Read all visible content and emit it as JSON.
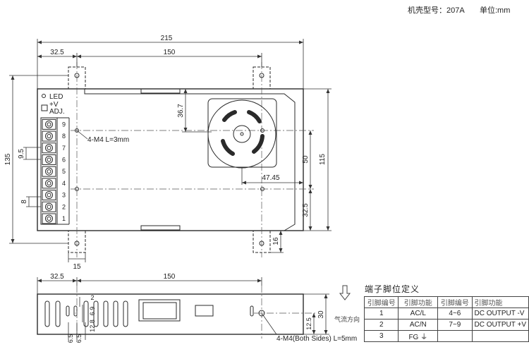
{
  "header": {
    "model": "机壳型号：207A",
    "unit": "单位:mm"
  },
  "top_view": {
    "dim_215": "215",
    "dim_32_5": "32.5",
    "dim_150": "150",
    "dim_36_7": "36.7",
    "dim_50": "50",
    "dim_115": "115",
    "dim_135": "135",
    "dim_47_45": "47.45",
    "dim_32_5_v": "32.5",
    "dim_16": "16",
    "dim_15": "15",
    "dim_9_5": "9.5",
    "dim_8": "8",
    "led": "LED",
    "plus_v": "+V",
    "adj": "ADJ.",
    "terminal_numbers": [
      "9",
      "8",
      "7",
      "6",
      "5",
      "4",
      "3",
      "2",
      "1"
    ],
    "mount_note": "4-M4 L=3mm"
  },
  "side_view": {
    "dim_32_5": "32.5",
    "dim_150": "150",
    "dim_2": "2",
    "dim_6_9": "6.9",
    "dim_12_8": "12.8",
    "dim_6_5a": "6.5",
    "dim_6_5b": "6.5",
    "dim_12_5": "12.5",
    "dim_30": "30",
    "mount_note": "4-M4(Both Sides) L=5mm"
  },
  "airflow": {
    "icon": "arrow-down-icon",
    "label": "气流方向"
  },
  "terminal_table": {
    "title": "端子脚位定义",
    "headers": [
      "引脚编号",
      "引脚功能",
      "引脚编号",
      "引脚功能"
    ],
    "rows": [
      [
        "1",
        "AC/L",
        "4~6",
        "DC OUTPUT -V"
      ],
      [
        "2",
        "AC/N",
        "7~9",
        "DC OUTPUT +V"
      ],
      [
        "3",
        "FG ⏚",
        "",
        ""
      ]
    ]
  },
  "colors": {
    "line": "#2a2a2a",
    "dash": "#555555",
    "dim": "#333333"
  }
}
